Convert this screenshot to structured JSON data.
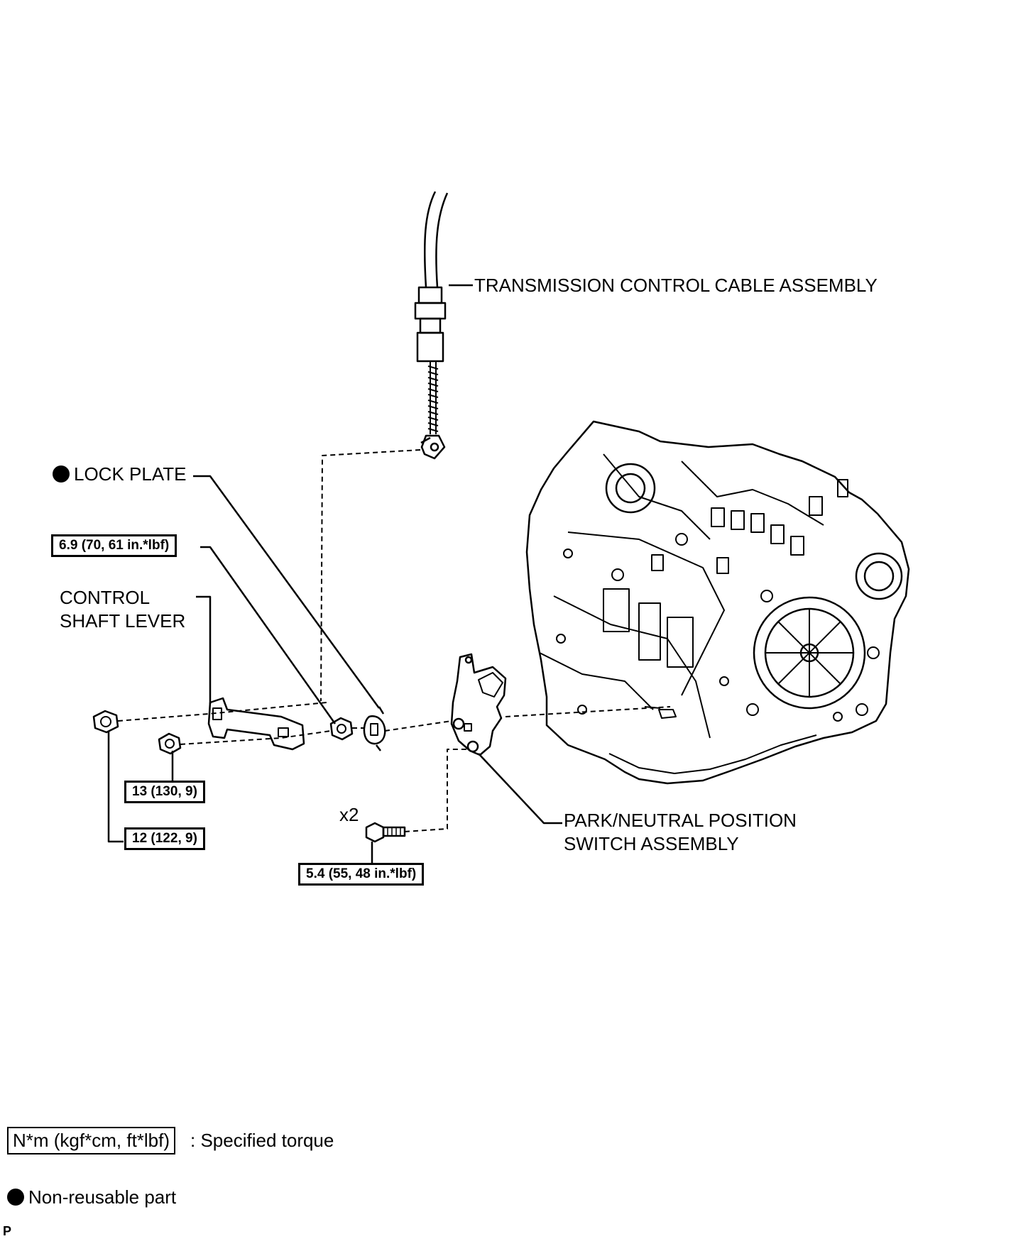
{
  "labels": {
    "cable": "TRANSMISSION CONTROL CABLE ASSEMBLY",
    "lock_plate": "LOCK PLATE",
    "lever_line1": "CONTROL",
    "lever_line2": "SHAFT LEVER",
    "switch_line1": "PARK/NEUTRAL POSITION",
    "switch_line2": "SWITCH ASSEMBLY",
    "quantity": "x2",
    "corner_mark": "P"
  },
  "torques": {
    "lock_nut": "6.9 (70, 61 in.*lbf)",
    "small_nut": "13 (130, 9)",
    "large_nut": "12 (122, 9)",
    "bolt": "5.4 (55, 48 in.*lbf)"
  },
  "legend": {
    "torque_unit": "N*m (kgf*cm, ft*lbf)",
    "torque_desc": ": Specified torque",
    "nonreusable_desc": "Non-reusable part"
  }
}
